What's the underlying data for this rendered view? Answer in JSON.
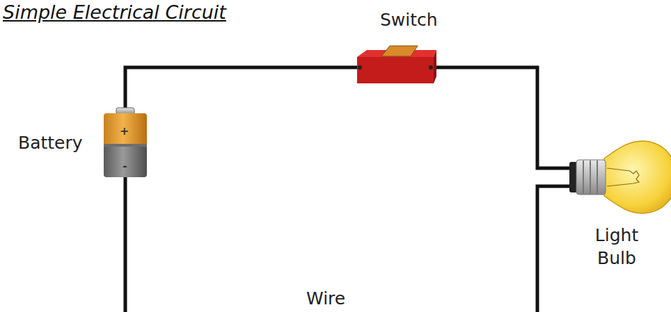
{
  "diagram": {
    "title": "Simple Electrical Circuit",
    "labels": [
      "Switch",
      "Battery",
      "+",
      "-",
      "Light Bulb",
      "Wire"
    ]
  }
}
